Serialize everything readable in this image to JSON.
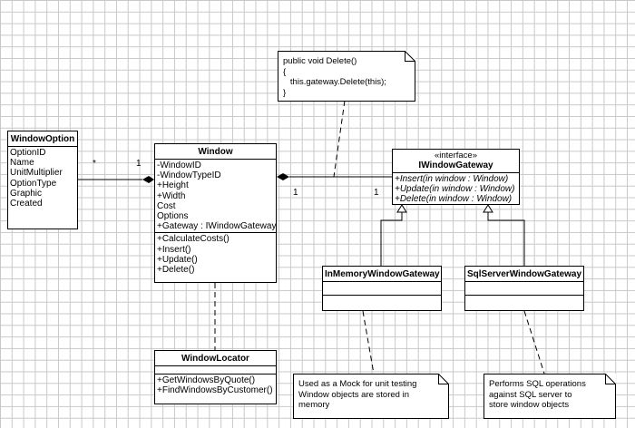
{
  "classes": {
    "window_option": {
      "name": "WindowOption",
      "attributes": [
        "OptionID",
        "Name",
        "UnitMultiplier",
        "OptionType",
        "Graphic",
        "Created"
      ]
    },
    "window": {
      "name": "Window",
      "attributes": [
        "-WindowID",
        "-WindowTypeID",
        "+Height",
        "+Width",
        "Cost",
        "Options",
        "+Gateway : IWindowGateway"
      ],
      "operations": [
        "+CalculateCosts()",
        "+Insert()",
        "+Update()",
        "+Delete()"
      ]
    },
    "iwindow_gateway": {
      "stereotype": "«interface»",
      "name": "IWindowGateway",
      "operations": [
        "+Insert(in window : Window)",
        "+Update(in window : Window)",
        "+Delete(in window : Window)"
      ]
    },
    "in_memory_gateway": {
      "name": "InMemoryWindowGateway"
    },
    "sql_server_gateway": {
      "name": "SqlServerWindowGateway"
    },
    "window_locator": {
      "name": "WindowLocator",
      "operations": [
        "+GetWindowsByQuote()",
        "+FindWindowsByCustomer()"
      ]
    }
  },
  "notes": {
    "delete_method": "public void Delete()\n{\n   this.gateway.Delete(this);\n}",
    "in_memory": "Used as a Mock for unit testing\nWindow objects are stored in\nmemory",
    "sql_server": "Performs SQL operations\nagainst SQL server to\nstore window objects"
  },
  "multiplicities": {
    "option_end": "*",
    "window_end_left": "1",
    "window_end_right": "1",
    "gateway_end": "1"
  }
}
